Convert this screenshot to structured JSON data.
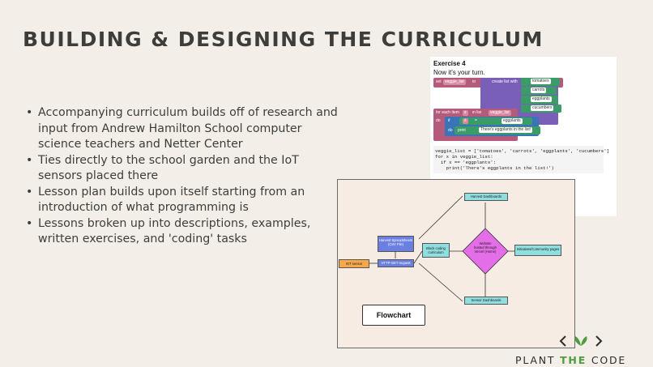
{
  "slide": {
    "title": "BUILDING & DESIGNING THE CURRICULUM",
    "bullets": [
      "Accompanying curriculum builds off of research and input from Andrew Hamilton School computer science teachers and Netter Center",
      "Ties directly to the school garden and the IoT sensors placed there",
      "Lesson plan builds upon itself starting from an introduction of what programming is",
      "Lessons broken up into descriptions, examples, written exercises, and 'coding' tasks"
    ]
  },
  "exercise": {
    "title": "Exercise 4",
    "subtitle": "Now it's your turn.",
    "blocks": {
      "set": "set",
      "var": "veggie_list",
      "to": "to",
      "create": "create list with",
      "items": [
        "tomatoes",
        "carrots",
        "eggplants",
        "cucumbers"
      ],
      "for_each": "for each item",
      "x": "x",
      "in_list": "in list",
      "do": "do",
      "if": "if",
      "eq": "=",
      "print": "print",
      "message": "There's eggplants in the list!"
    },
    "code": [
      "veggie_list = ['tomatoes', 'carrots', 'eggplants', 'cucumbers']",
      "for x in veggie_list:",
      "  if x == 'eggplants':",
      "    print('There's eggplants in the list!')"
    ]
  },
  "flowchart": {
    "label": "Flowchart",
    "nodes": {
      "iot": "IOT sensor",
      "sheets": "Harvest Spreadsheets (CSV File)",
      "http": "HTTP-GET request",
      "block": "Block coding curriculum",
      "website": "Website hosted through Vercel (Home)",
      "harvest": "Harvest Dashboards",
      "sensor": "Sensor Dashboards",
      "initiatives": "Initiatives/Community pages"
    },
    "colors": {
      "orange": "#f7a84a",
      "blue": "#6b7fe0",
      "teal": "#8fdfe0",
      "magenta": "#e46ee7"
    }
  },
  "brand": {
    "icon": "code-brackets-leaf-icon",
    "name_part1": "PLANT ",
    "name_part2": "THE",
    "name_part3": " CODE"
  }
}
